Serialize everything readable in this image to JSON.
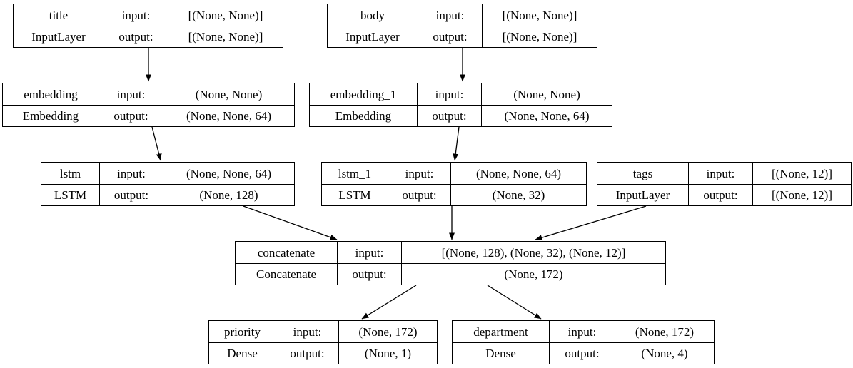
{
  "diagram_type": "keras-model-graph",
  "colors": {
    "background": "#ffffff",
    "node_border": "#000000",
    "edge_line": "#000000",
    "text": "#000000"
  },
  "labels": {
    "input": "input:",
    "output": "output:"
  },
  "nodes": [
    {
      "id": "title",
      "name": "title",
      "type": "InputLayer",
      "input": "[(None, None)]",
      "output": "[(None, None)]"
    },
    {
      "id": "body",
      "name": "body",
      "type": "InputLayer",
      "input": "[(None, None)]",
      "output": "[(None, None)]"
    },
    {
      "id": "embedding",
      "name": "embedding",
      "type": "Embedding",
      "input": "(None, None)",
      "output": "(None, None, 64)"
    },
    {
      "id": "embedding_1",
      "name": "embedding_1",
      "type": "Embedding",
      "input": "(None, None)",
      "output": "(None, None, 64)"
    },
    {
      "id": "lstm",
      "name": "lstm",
      "type": "LSTM",
      "input": "(None, None, 64)",
      "output": "(None, 128)"
    },
    {
      "id": "lstm_1",
      "name": "lstm_1",
      "type": "LSTM",
      "input": "(None, None, 64)",
      "output": "(None, 32)"
    },
    {
      "id": "tags",
      "name": "tags",
      "type": "InputLayer",
      "input": "[(None, 12)]",
      "output": "[(None, 12)]"
    },
    {
      "id": "concatenate",
      "name": "concatenate",
      "type": "Concatenate",
      "input": "[(None, 128), (None, 32), (None, 12)]",
      "output": "(None, 172)"
    },
    {
      "id": "priority",
      "name": "priority",
      "type": "Dense",
      "input": "(None, 172)",
      "output": "(None, 1)"
    },
    {
      "id": "department",
      "name": "department",
      "type": "Dense",
      "input": "(None, 172)",
      "output": "(None, 4)"
    }
  ],
  "edges": [
    {
      "from": "title",
      "to": "embedding"
    },
    {
      "from": "body",
      "to": "embedding_1"
    },
    {
      "from": "embedding",
      "to": "lstm"
    },
    {
      "from": "embedding_1",
      "to": "lstm_1"
    },
    {
      "from": "lstm",
      "to": "concatenate"
    },
    {
      "from": "lstm_1",
      "to": "concatenate"
    },
    {
      "from": "tags",
      "to": "concatenate"
    },
    {
      "from": "concatenate",
      "to": "priority"
    },
    {
      "from": "concatenate",
      "to": "department"
    }
  ]
}
